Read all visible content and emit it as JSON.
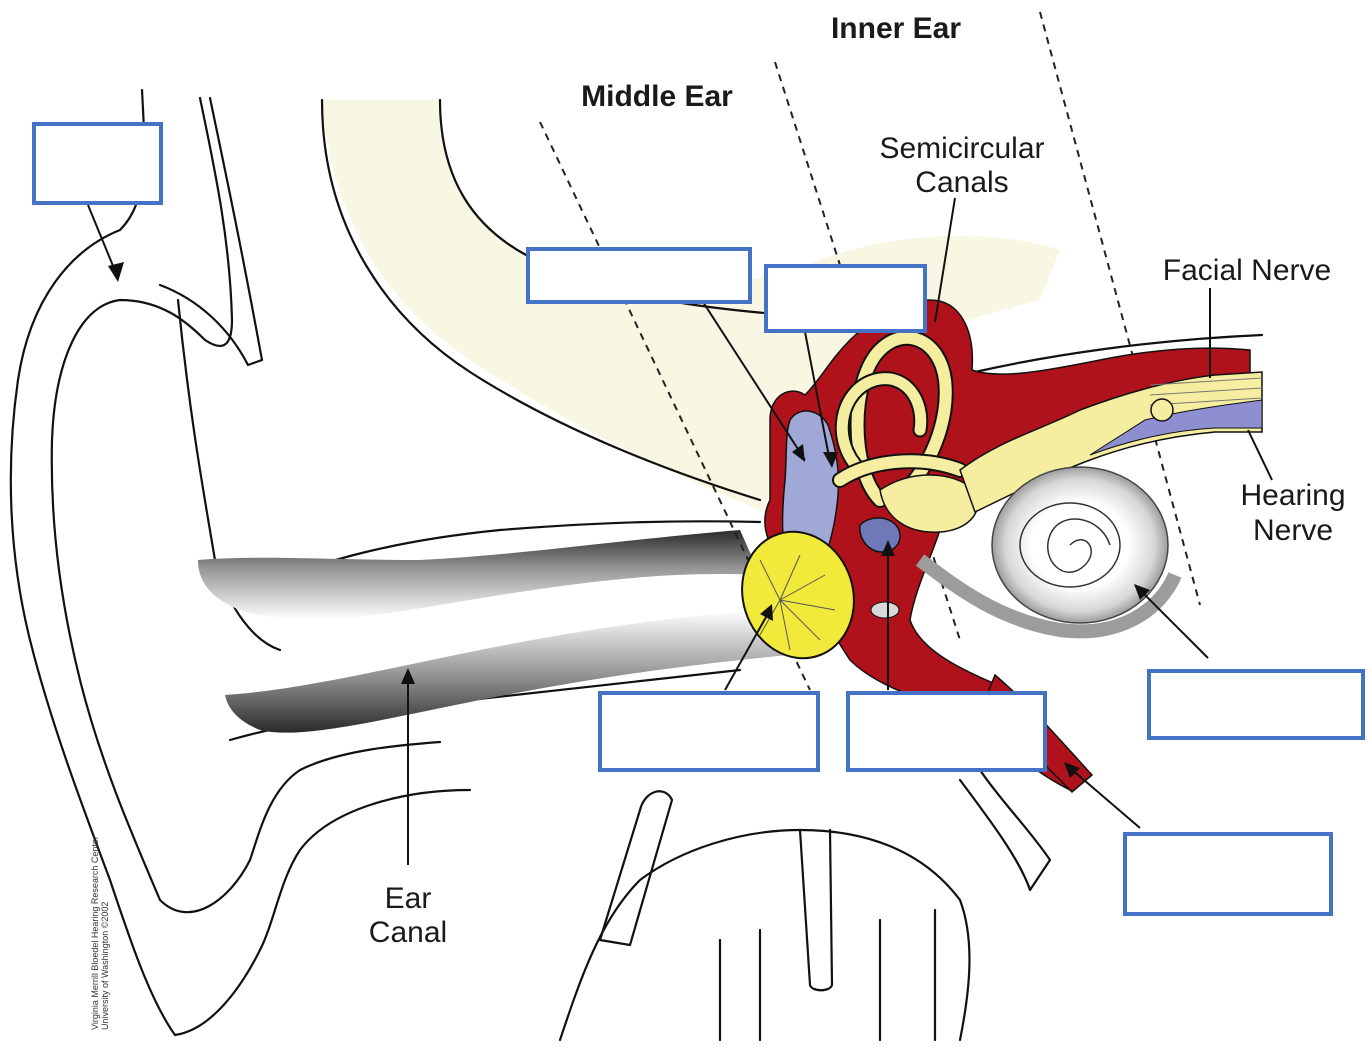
{
  "labels": {
    "inner_ear": "Inner Ear",
    "middle_ear": "Middle Ear",
    "semicircular_canals_line1": "Semicircular",
    "semicircular_canals_line2": "Canals",
    "facial_nerve": "Facial Nerve",
    "hearing_nerve_line1": "Hearing",
    "hearing_nerve_line2": "Nerve",
    "ear_canal_line1": "Ear",
    "ear_canal_line2": "Canal"
  },
  "credit": {
    "line1": "Virginia Merrill Bloedel Hearing Research Center",
    "line2": "University of Washington ©2002"
  },
  "colors": {
    "blank_box_border": "#4472c4",
    "bone_red": "#b0121b",
    "canal_yellow": "#f5eda0",
    "eardrum_yellow": "#f2ea3a",
    "ossicle_blue": "#9fa8d6",
    "skull_cream": "#f8f7e4",
    "nerve_blue": "#8e8fd0"
  },
  "blank_boxes": [
    {
      "id": "pinna"
    },
    {
      "id": "ossicles"
    },
    {
      "id": "stapes-area"
    },
    {
      "id": "eardrum"
    },
    {
      "id": "round-window"
    },
    {
      "id": "cochlea"
    },
    {
      "id": "eustachian-tube"
    }
  ]
}
